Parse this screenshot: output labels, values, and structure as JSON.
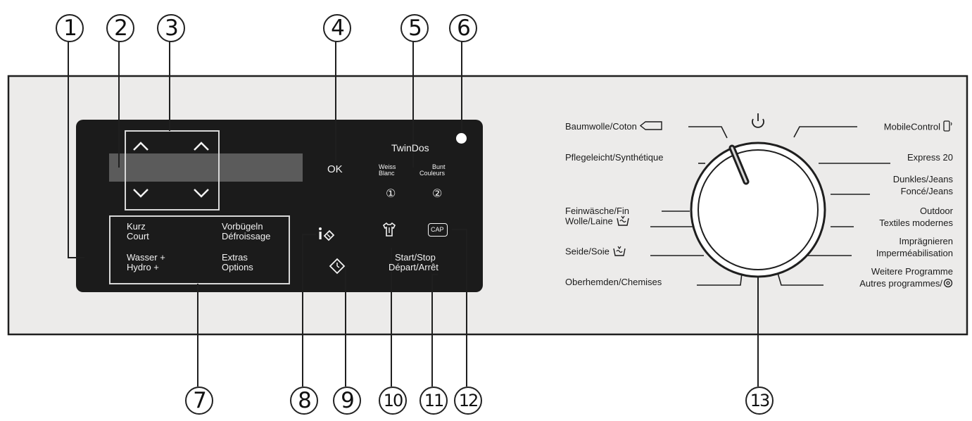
{
  "callouts": [
    "1",
    "2",
    "3",
    "4",
    "5",
    "6",
    "7",
    "8",
    "9",
    "10",
    "11",
    "12",
    "13"
  ],
  "display_panel": {
    "ok_label": "OK",
    "twindos": {
      "title": "TwinDos",
      "left_line1": "Weiss",
      "left_line2": "Blanc",
      "right_line1": "Bunt",
      "right_line2": "Couleurs",
      "left_number": "①",
      "right_number": "②"
    },
    "buttons": {
      "short_1": "Kurz",
      "short_2": "Court",
      "iron_1": "Vorbügeln",
      "iron_2": "Défroissage",
      "water_1": "Wasser +",
      "water_2": "Hydro +",
      "extras_1": "Extras",
      "extras_2": "Options"
    },
    "cap_label": "CAP",
    "start_stop_1": "Start/Stop",
    "start_stop_2": "Départ/Arrêt"
  },
  "dial": {
    "left_labels": [
      "Baumwolle/Coton",
      "Pflegeleicht/Synthétique",
      "Feinwäsche/Fin",
      "Wolle/Laine",
      "Seide/Soie",
      "Oberhemden/Chemises"
    ],
    "right_labels": [
      {
        "line1": "MobileControl",
        "line2": ""
      },
      {
        "line1": "Express 20",
        "line2": ""
      },
      {
        "line1": "Dunkles/Jeans",
        "line2": "Foncé/Jeans"
      },
      {
        "line1": "Outdoor",
        "line2": "Textiles modernes"
      },
      {
        "line1": "Imprägnieren",
        "line2": "Imperméabilisation"
      },
      {
        "line1": "Weitere Programme",
        "line2": "Autres programmes/"
      }
    ],
    "power_symbol": "⏻",
    "icons": {
      "cotton": "tag-icon",
      "wool": "washing-tub-icon",
      "silk": "washing-tub-icon",
      "mobile": "phone-icon",
      "more": "gear-icon"
    }
  },
  "colors": {
    "panel": "#ecebea",
    "display": "#1b1b1b",
    "text_light": "#f2f2f2",
    "lines": "#1f1f1f"
  }
}
